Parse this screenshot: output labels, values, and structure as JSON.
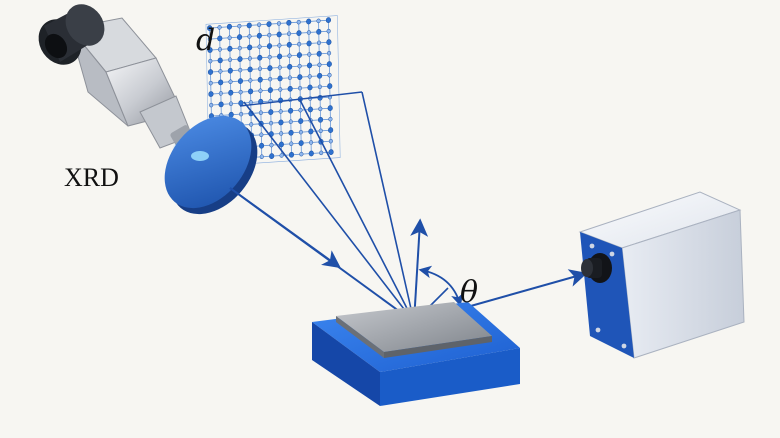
{
  "labels": {
    "instrument": "XRD",
    "spacing": "d",
    "angle": "θ"
  },
  "colors": {
    "beam": "#1f4fa8",
    "stage_blue": "#1b63d6",
    "lattice": "#2f72cf",
    "lens_blue": "#2563c4",
    "detector_body": "#eef1f6",
    "detector_face": "#1f55b8"
  },
  "icons": {
    "source": "xray-source-icon",
    "lens": "collimator-lens-icon",
    "crystal": "crystal-lattice-icon",
    "sample": "sample-stage-icon",
    "detector": "detector-icon"
  }
}
